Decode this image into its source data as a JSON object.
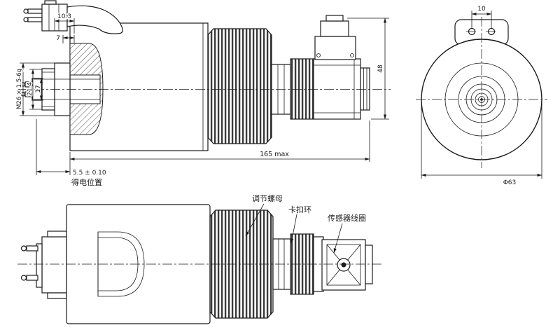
{
  "page": {
    "background": "#ffffff",
    "line_color": "#1a1a1a"
  },
  "side_section_view": {
    "dim_10_3": "10.3",
    "dim_7": "7",
    "thread_callout": "M26 × 1.5-6g",
    "dim_21_4": "21.4",
    "dim_17": "17",
    "dim_48": "48",
    "dim_165_max": "165 max",
    "dim_5_5": "5.5 ± 0.10",
    "energized_position": "得电位置"
  },
  "end_view": {
    "dim_10": "10",
    "dim_phi_63": "Φ63"
  },
  "side_external_view": {
    "label_adjusting_nut": "调节螺母",
    "label_snap_ring": "卡扣环",
    "label_sensor_coil": "传感器线圈"
  }
}
